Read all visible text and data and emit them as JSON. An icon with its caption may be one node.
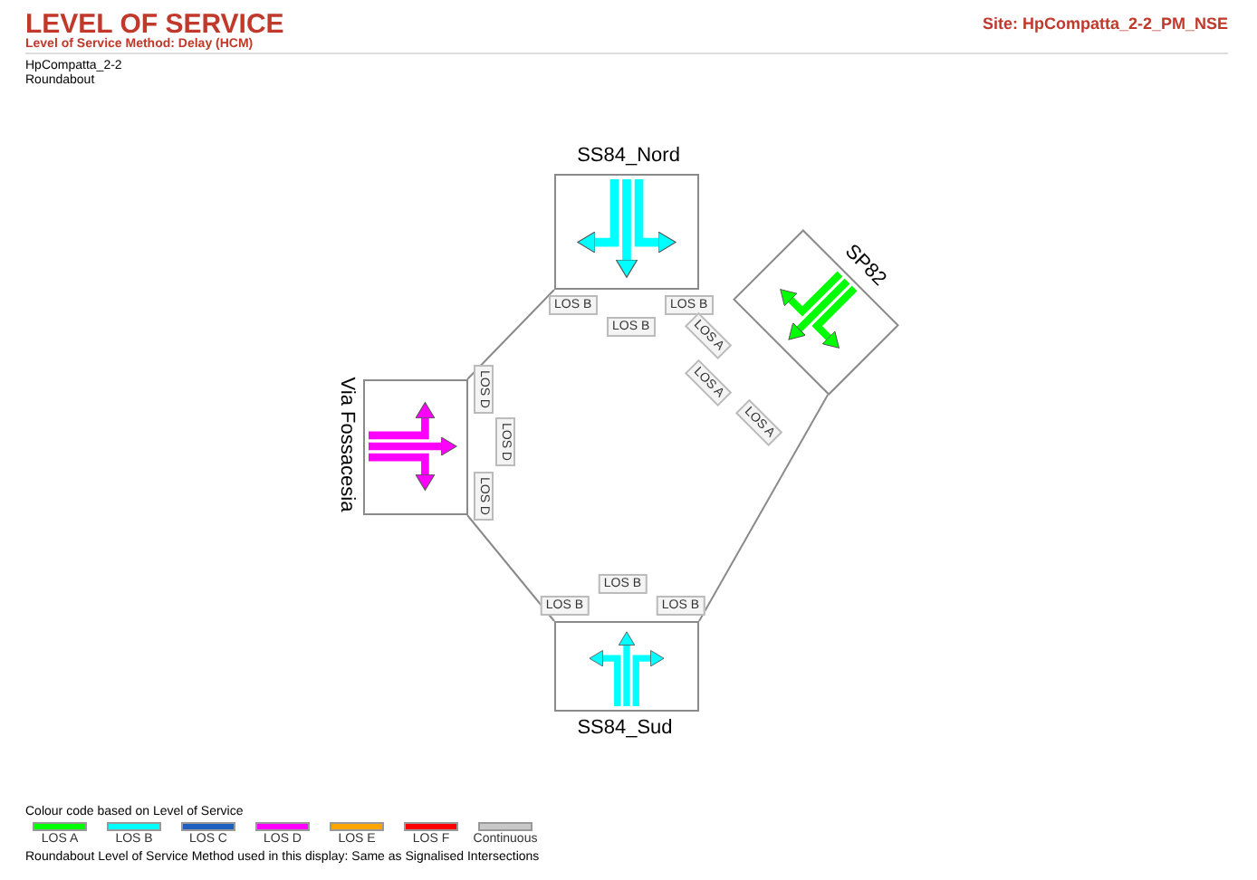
{
  "diagram": {
    "title": "LEVEL OF SERVICE",
    "nodes": [
      {
        "text": [
          "SS84_Nord"
        ],
        "beside": [
          "LOS B",
          "LOS B",
          "LOS B"
        ]
      },
      {
        "text": [
          "SP82"
        ],
        "beside": [
          "LOS A",
          "LOS A",
          "LOS A"
        ]
      },
      {
        "text": [
          "Via Fossacesia"
        ],
        "beside": [
          "LOS D",
          "LOS D",
          "LOS D"
        ]
      },
      {
        "text": [
          "SS84_Sud"
        ],
        "beside": [
          "LOS B",
          "LOS B",
          "LOS B"
        ]
      }
    ],
    "edges": [
      {
        "from": 0,
        "to": 2,
        "arrow": "none"
      },
      {
        "from": 1,
        "to": 3,
        "arrow": "none"
      },
      {
        "from": 2,
        "to": 3,
        "arrow": "none"
      }
    ],
    "labels": [
      "Level of Service Method: Delay (HCM)",
      "Site: HpCompatta_2-2_PM_NSE",
      "HpCompatta_2-2",
      "Roundabout",
      "Colour code based on Level of Service",
      "Roundabout Level of Service Method used in this display: Same as Signalised Intersections"
    ],
    "legend": [
      {
        "text": "LOS A",
        "color": "#00ff00"
      },
      {
        "text": "LOS B",
        "color": "#00ffff"
      },
      {
        "text": "LOS C",
        "color": "#1e5fbf"
      },
      {
        "text": "LOS D",
        "color": "#ff00ff"
      },
      {
        "text": "LOS E",
        "color": "#ffa500"
      },
      {
        "text": "LOS F",
        "color": "#ff0000"
      },
      {
        "text": "Continuous",
        "color": "#c8c8c8"
      }
    ]
  }
}
